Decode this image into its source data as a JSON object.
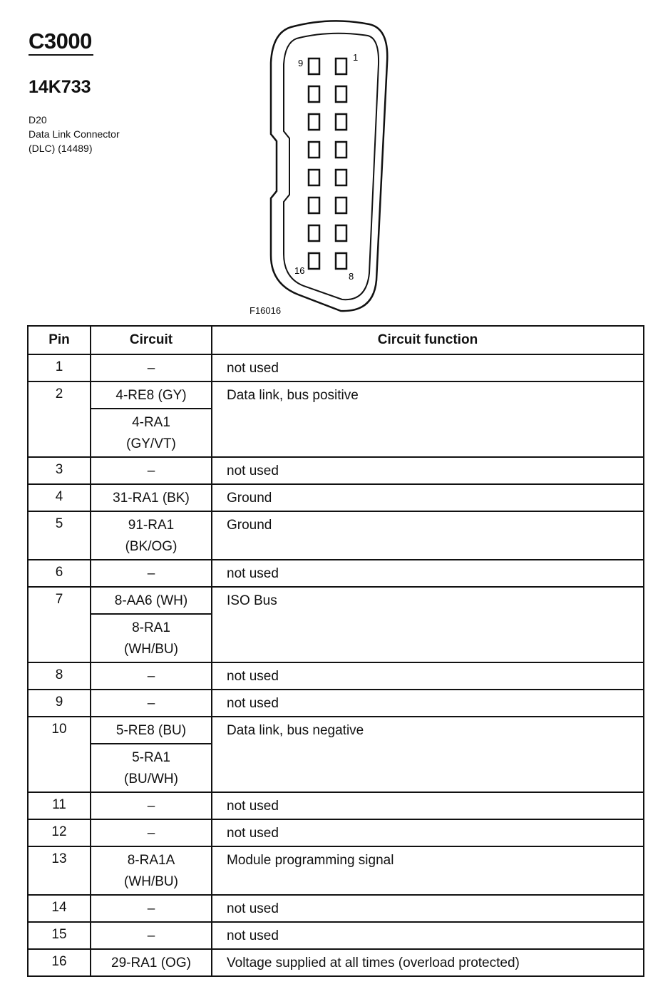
{
  "header": {
    "connector_id": "C3000",
    "part_number": "14K733",
    "location": "D20",
    "name": "Data Link Connector",
    "name_detail": "(DLC) (14489)"
  },
  "figure": {
    "label": "F16016",
    "pin_labels": {
      "top_left": "9",
      "top_right": "1",
      "bottom_left": "16",
      "bottom_right": "8"
    }
  },
  "table": {
    "headers": {
      "pin": "Pin",
      "circuit": "Circuit",
      "function": "Circuit function"
    },
    "rows": [
      {
        "pin": "1",
        "circuits": [
          [
            "–"
          ]
        ],
        "function": "not used"
      },
      {
        "pin": "2",
        "circuits": [
          [
            "4-RE8 (GY)"
          ],
          [
            "4-RA1",
            "(GY/VT)"
          ]
        ],
        "function": "Data link, bus positive"
      },
      {
        "pin": "3",
        "circuits": [
          [
            "–"
          ]
        ],
        "function": "not used"
      },
      {
        "pin": "4",
        "circuits": [
          [
            "31-RA1 (BK)"
          ]
        ],
        "function": "Ground"
      },
      {
        "pin": "5",
        "circuits": [
          [
            "91-RA1",
            "(BK/OG)"
          ]
        ],
        "function": "Ground"
      },
      {
        "pin": "6",
        "circuits": [
          [
            "–"
          ]
        ],
        "function": "not used"
      },
      {
        "pin": "7",
        "circuits": [
          [
            "8-AA6 (WH)"
          ],
          [
            "8-RA1",
            "(WH/BU)"
          ]
        ],
        "function": "ISO Bus"
      },
      {
        "pin": "8",
        "circuits": [
          [
            "–"
          ]
        ],
        "function": "not used"
      },
      {
        "pin": "9",
        "circuits": [
          [
            "–"
          ]
        ],
        "function": "not used"
      },
      {
        "pin": "10",
        "circuits": [
          [
            "5-RE8 (BU)"
          ],
          [
            "5-RA1",
            "(BU/WH)"
          ]
        ],
        "function": "Data link, bus negative"
      },
      {
        "pin": "11",
        "circuits": [
          [
            "–"
          ]
        ],
        "function": "not used"
      },
      {
        "pin": "12",
        "circuits": [
          [
            "–"
          ]
        ],
        "function": "not used"
      },
      {
        "pin": "13",
        "circuits": [
          [
            "8-RA1A",
            "(WH/BU)"
          ]
        ],
        "function": "Module programming signal"
      },
      {
        "pin": "14",
        "circuits": [
          [
            "–"
          ]
        ],
        "function": "not used"
      },
      {
        "pin": "15",
        "circuits": [
          [
            "–"
          ]
        ],
        "function": "not used"
      },
      {
        "pin": "16",
        "circuits": [
          [
            "29-RA1 (OG)"
          ]
        ],
        "function": "Voltage supplied at all times (overload protected)"
      }
    ]
  }
}
